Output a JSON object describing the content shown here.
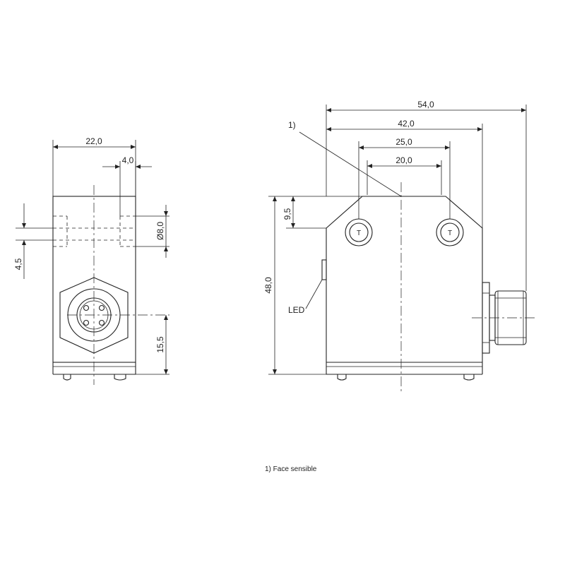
{
  "dimensions": {
    "side_width": "22,0",
    "side_slot": "4,0",
    "side_hole": "Ø8,0",
    "side_offset": "4,5",
    "side_connector_height": "15,5",
    "front_total_width": "54,0",
    "front_body_width": "42,0",
    "front_hole_outer": "25,0",
    "front_hole_inner": "20,0",
    "front_height": "48,0",
    "front_top_offset": "9,5"
  },
  "labels": {
    "footnote_ref": "1)",
    "led": "LED",
    "footnote": "1) Face sensible"
  }
}
